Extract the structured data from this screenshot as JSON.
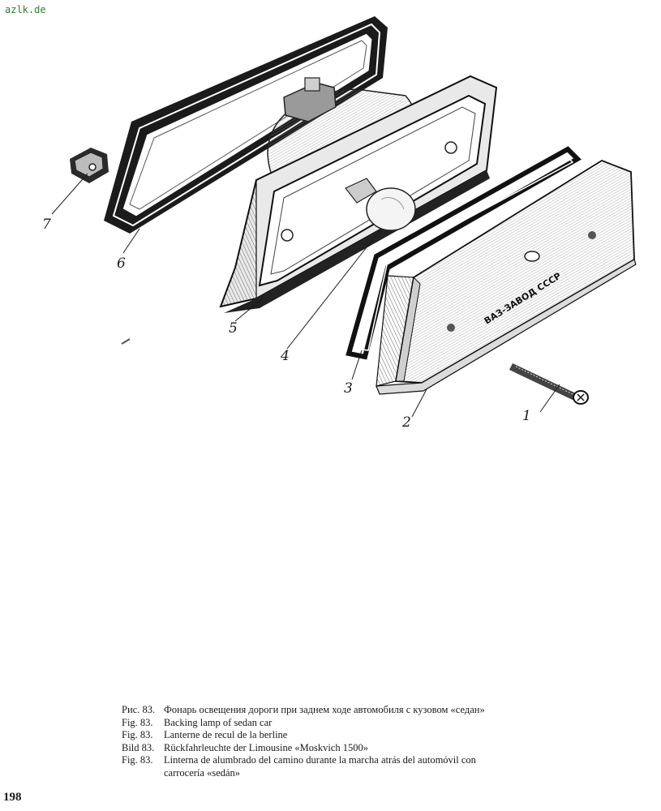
{
  "watermark": "azlk.de",
  "page_number": "198",
  "part_labels": [
    "1",
    "2",
    "3",
    "4",
    "5",
    "6",
    "7"
  ],
  "diagram_text": {
    "lens_marking": "ВАЗ-ЗАВОД СССР"
  },
  "captions": [
    {
      "prefix": "Рис. 83.",
      "text": "Фонарь освещения дороги при заднем ходе автомобиля с кузовом «седан»"
    },
    {
      "prefix": "Fig. 83.",
      "text": "Backing lamp of sedan car"
    },
    {
      "prefix": "Fig. 83.",
      "text": "Lanterne de recul de la berline"
    },
    {
      "prefix": "Bild 83.",
      "text": "Rückfahrleuchte der Limousine «Moskvich 1500»"
    },
    {
      "prefix": "Fig. 83.",
      "text": "Linterna de alumbrado del camino durante la marcha atrás del automóvil con",
      "continuation": "carrocería «sedán»"
    }
  ]
}
